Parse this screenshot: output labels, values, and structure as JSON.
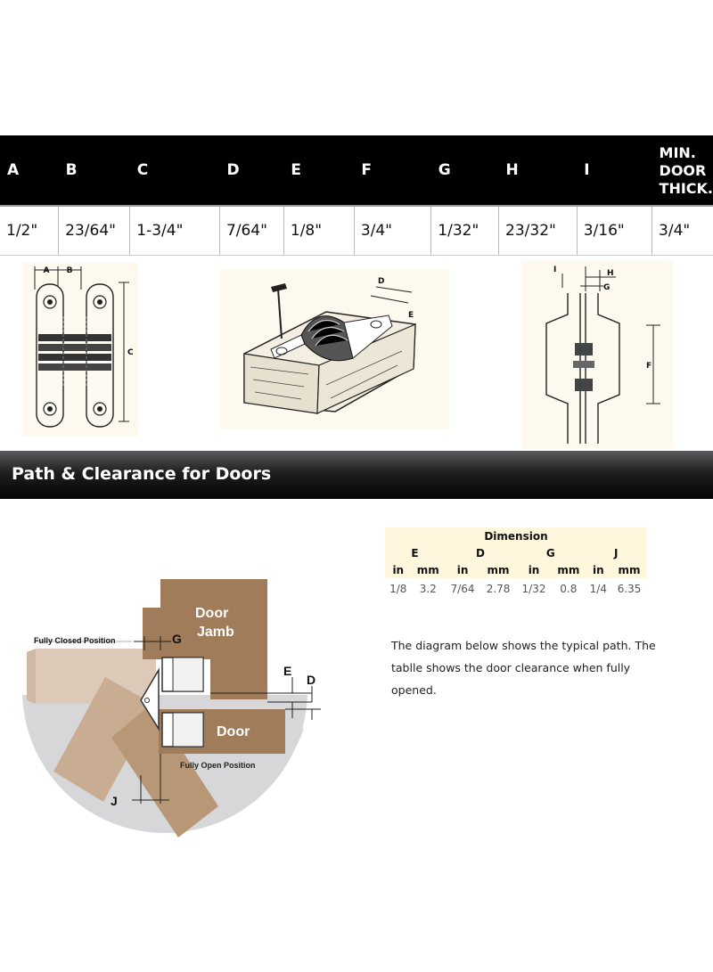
{
  "spec_table": {
    "headers": [
      "A",
      "B",
      "C",
      "D",
      "E",
      "F",
      "G",
      "H",
      "I",
      "MIN. DOOR THICK."
    ],
    "values": [
      "1/2\"",
      "23/64\"",
      "1-3/4\"",
      "7/64\"",
      "1/8\"",
      "3/4\"",
      "1/32\"",
      "23/32\"",
      "3/16\"",
      "3/4\""
    ]
  },
  "drawing_labels": {
    "front": [
      "A",
      "B",
      "C"
    ],
    "iso": [
      "D",
      "E"
    ],
    "side": [
      "I",
      "H",
      "G",
      "F"
    ]
  },
  "section": {
    "title": "Path & Clearance for Doors"
  },
  "clearance_table": {
    "title": "Dimension",
    "groups": [
      "E",
      "D",
      "G",
      "J"
    ],
    "units": [
      "in",
      "mm",
      "in",
      "mm",
      "in",
      "mm",
      "in",
      "mm"
    ],
    "values": [
      "1/8",
      "3.2",
      "7/64",
      "2.78",
      "1/32",
      "0.8",
      "1/4",
      "6.35"
    ]
  },
  "description": {
    "lines": [
      "The diagram below shows the typical path. The",
      "tablle shows the door clearance when fully",
      "opened."
    ]
  },
  "path_diagram": {
    "labels": {
      "door_jamb_line1": "Door",
      "door_jamb_line2": "Jamb",
      "door": "Door",
      "fully_closed": "Fully Closed Position",
      "fully_open": "Fully Open Position",
      "g": "G",
      "e": "E",
      "d": "D",
      "j": "J"
    }
  },
  "colors": {
    "wood": "#a07c5b",
    "wood_light": "#c9ad93",
    "wood_pale": "#dcc9b7",
    "swing_area": "#d5d5d8",
    "banner": "#0a0a0b",
    "table_header": "#000000"
  }
}
